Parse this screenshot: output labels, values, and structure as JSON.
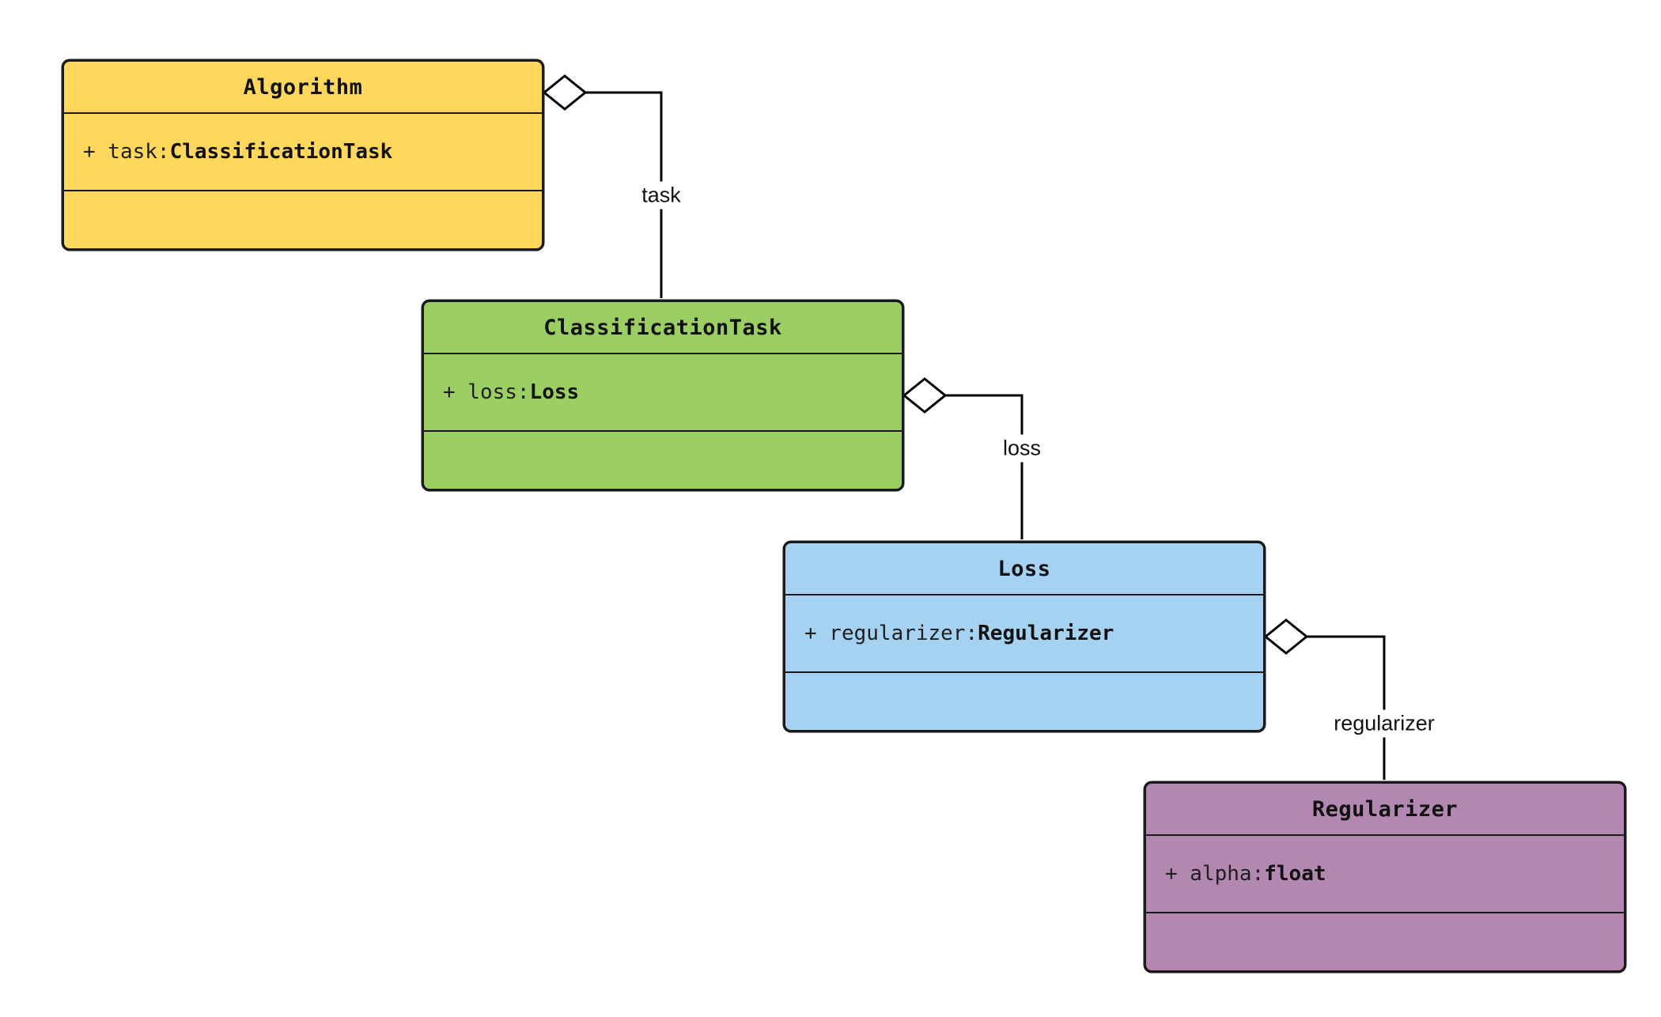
{
  "classes": [
    {
      "name": "Algorithm",
      "attr_prefix": "+ task: ",
      "attr_type": "ClassificationTask",
      "fill": "#FFD75C"
    },
    {
      "name": "ClassificationTask",
      "attr_prefix": "+ loss: ",
      "attr_type": "Loss",
      "fill": "#9CCF63"
    },
    {
      "name": "Loss",
      "attr_prefix": "+ regularizer: ",
      "attr_type": "Regularizer",
      "fill": "#A4D2F0"
    },
    {
      "name": "Regularizer",
      "attr_prefix": "+ alpha: ",
      "attr_type": "float",
      "fill": "#B288B0"
    }
  ],
  "connectors": [
    {
      "label": "task",
      "from": "Algorithm",
      "to": "ClassificationTask",
      "kind": "aggregation"
    },
    {
      "label": "loss",
      "from": "ClassificationTask",
      "to": "Loss",
      "kind": "aggregation"
    },
    {
      "label": "regularizer",
      "from": "Loss",
      "to": "Regularizer",
      "kind": "aggregation"
    }
  ],
  "colors": {
    "line": "#000000",
    "border": "#1a1a1a",
    "background": "#ffffff"
  }
}
